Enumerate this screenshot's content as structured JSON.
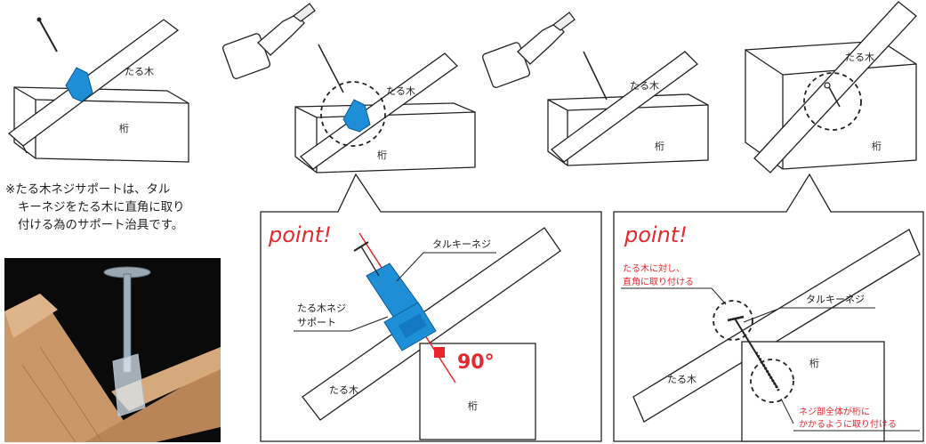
{
  "labels": {
    "taruki": "たる木",
    "keta": "桁"
  },
  "caption": {
    "line1": "※たる木ネジサポートは、タル",
    "line2": "キーネジをたる木に直角に取り",
    "line3": "付ける為のサポート治具です。"
  },
  "detail_left": {
    "point": "point!",
    "screw_label": "タルキーネジ",
    "support_label_line1": "たる木ネジ",
    "support_label_line2": "サポート",
    "angle": "90°",
    "taruki": "たる木",
    "keta": "桁"
  },
  "detail_right": {
    "point": "point!",
    "note_top_line1": "たる木に対し、",
    "note_top_line2": "直角に取り付ける",
    "screw_label": "タルキーネジ",
    "keta": "桁",
    "taruki": "たる木",
    "note_bottom_line1": "ネジ部全体が桁に",
    "note_bottom_line2": "かかるように取り付ける"
  },
  "colors": {
    "support_blue": "#1e8fd6",
    "accent_red": "#e8262b",
    "photo_bg": "#0a0a0a",
    "wood": "#c9976a"
  },
  "icons": [
    "drill-icon",
    "screw-icon"
  ]
}
